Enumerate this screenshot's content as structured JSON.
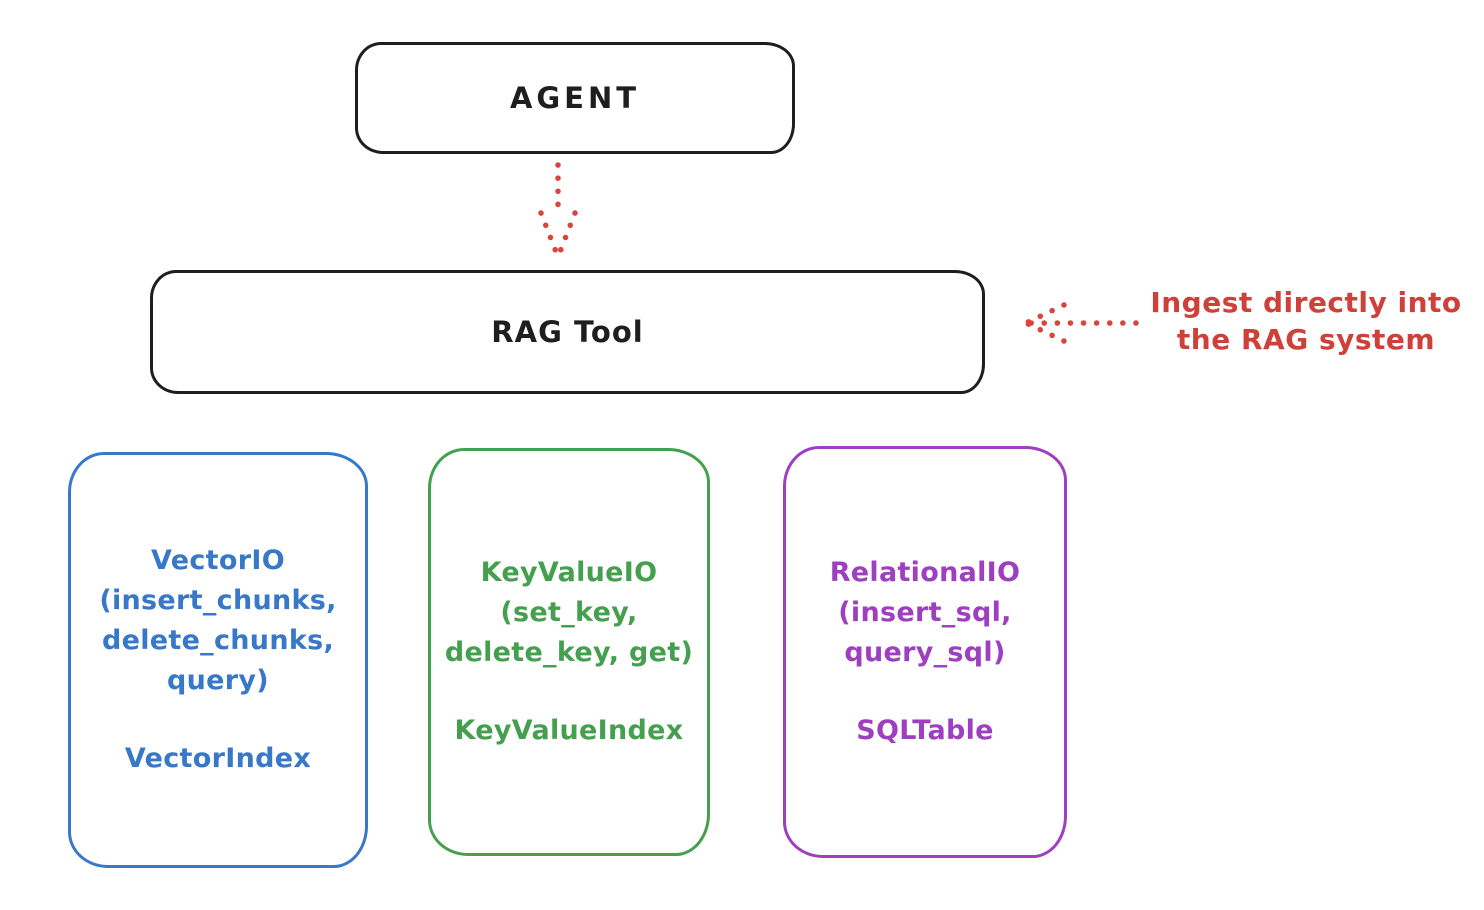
{
  "agent_box": {
    "label": "AGENT"
  },
  "rag_tool_box": {
    "label": "RAG Tool"
  },
  "arrows": {
    "color": "#d9443e",
    "agent_to_rag": "dotted-down-arrow",
    "ingest_to_rag": "dotted-left-arrow"
  },
  "ingest_annotation": {
    "color": "#d0403a",
    "lines": [
      "Ingest directly into",
      "the RAG system"
    ]
  },
  "stroke_color": "#1e1e1e",
  "storage_boxes": [
    {
      "id": "vector-io",
      "color": "#3878c8",
      "lines": [
        "VectorIO",
        "(insert_chunks,",
        "delete_chunks,",
        "query)"
      ],
      "index_label": "VectorIndex"
    },
    {
      "id": "key-value-io",
      "color": "#44a04e",
      "lines": [
        "KeyValueIO",
        "(set_key,",
        "delete_key, get)"
      ],
      "index_label": "KeyValueIndex"
    },
    {
      "id": "relational-io",
      "color": "#9d3fc0",
      "lines": [
        "RelationalIO",
        "(insert_sql,",
        "query_sql)"
      ],
      "index_label": "SQLTable"
    }
  ]
}
